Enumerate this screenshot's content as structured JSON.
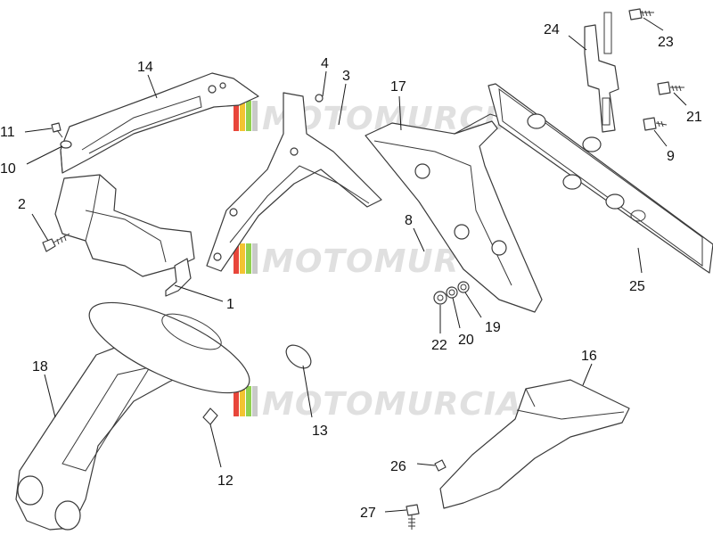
{
  "watermark": {
    "text": "MOTOMURCIA",
    "flag_colors": [
      "#e8463a",
      "#f3c431",
      "#8fd14f",
      "#c9c9c9"
    ]
  },
  "callouts": [
    {
      "id": "c1",
      "label": "1"
    },
    {
      "id": "c2",
      "label": "2"
    },
    {
      "id": "c3",
      "label": "3"
    },
    {
      "id": "c4",
      "label": "4"
    },
    {
      "id": "c8",
      "label": "8"
    },
    {
      "id": "c9",
      "label": "9"
    },
    {
      "id": "c10",
      "label": "10"
    },
    {
      "id": "c11",
      "label": "11"
    },
    {
      "id": "c12",
      "label": "12"
    },
    {
      "id": "c13",
      "label": "13"
    },
    {
      "id": "c14",
      "label": "14"
    },
    {
      "id": "c16",
      "label": "16"
    },
    {
      "id": "c17",
      "label": "17"
    },
    {
      "id": "c18",
      "label": "18"
    },
    {
      "id": "c19",
      "label": "19"
    },
    {
      "id": "c20",
      "label": "20"
    },
    {
      "id": "c21",
      "label": "21"
    },
    {
      "id": "c22",
      "label": "22"
    },
    {
      "id": "c23",
      "label": "23"
    },
    {
      "id": "c24",
      "label": "24"
    },
    {
      "id": "c25",
      "label": "25"
    },
    {
      "id": "c26",
      "label": "26"
    },
    {
      "id": "c27",
      "label": "27"
    }
  ]
}
